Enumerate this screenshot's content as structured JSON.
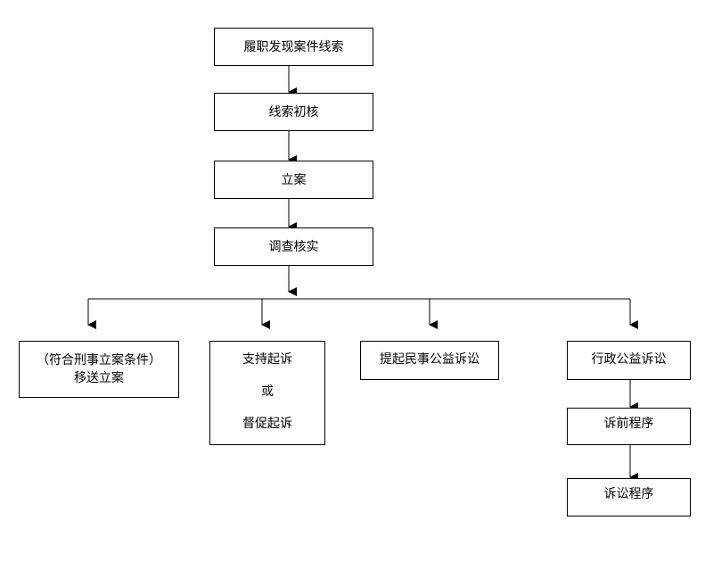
{
  "flow": {
    "n1": "履职发现案件线索",
    "n2": "线索初核",
    "n3": "立案",
    "n4": "调查核实",
    "b1": {
      "line1": "（符合刑事立案条件）",
      "line2": "移送立案"
    },
    "b2": {
      "line1": "支持起诉",
      "line2": "或",
      "line3": "督促起诉"
    },
    "b3": "提起民事公益诉讼",
    "b4": "行政公益诉讼",
    "b5": "诉前程序",
    "b6": "诉讼程序"
  }
}
